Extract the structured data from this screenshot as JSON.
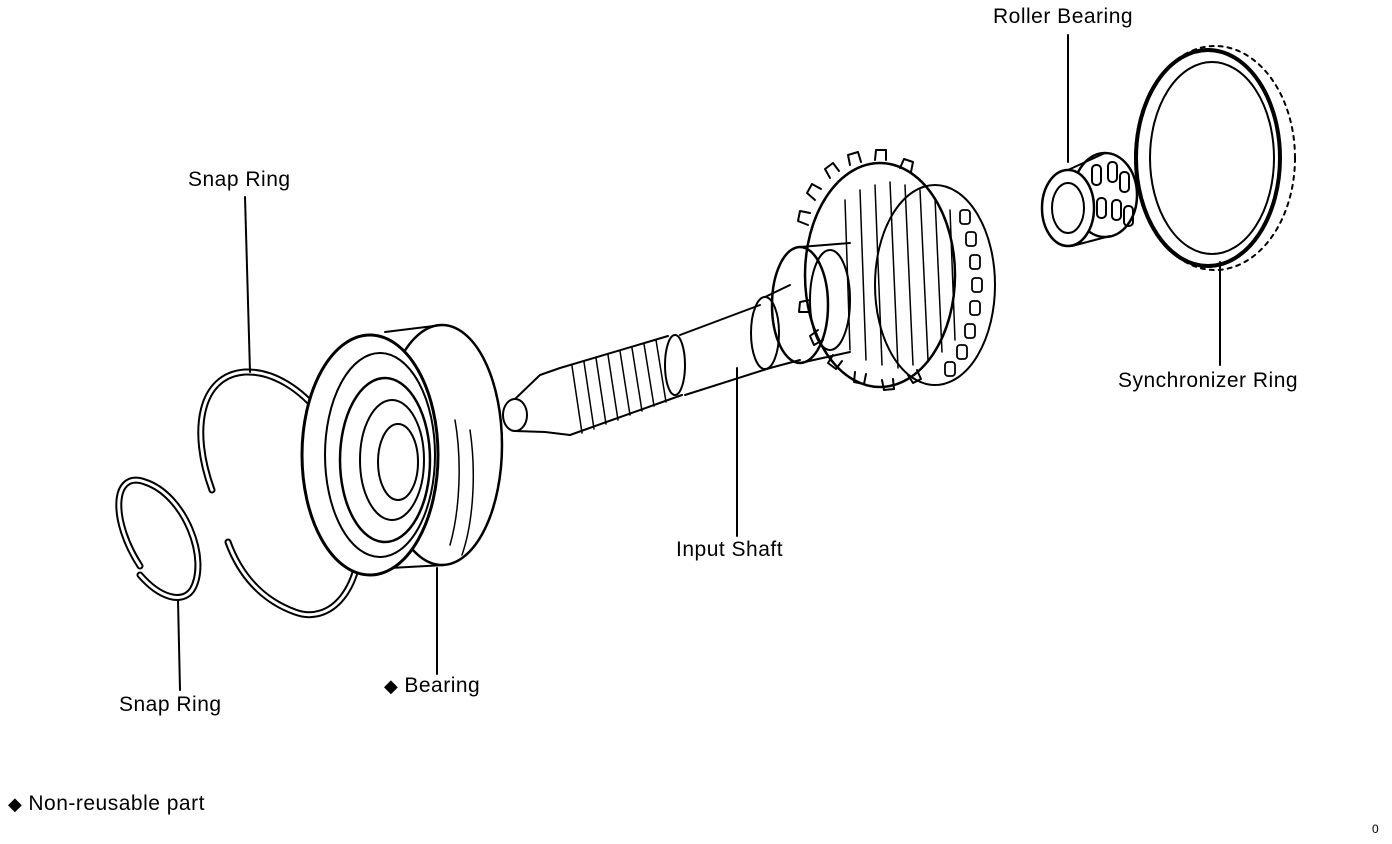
{
  "labels": {
    "roller_bearing": "Roller Bearing",
    "snap_ring_top": "Snap Ring",
    "synchronizer_ring": "Synchronizer Ring",
    "input_shaft": "Input Shaft",
    "bearing": "Bearing",
    "snap_ring_bottom": "Snap Ring"
  },
  "markers": {
    "non_reusable_symbol": "◆"
  },
  "legend": {
    "text": "Non-reusable part"
  },
  "page_mark": "0",
  "colors": {
    "line": "#000000",
    "background": "#ffffff"
  }
}
